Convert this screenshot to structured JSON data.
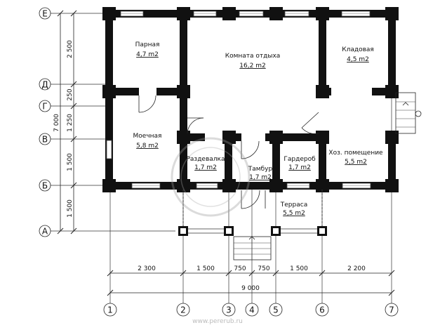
{
  "plan": {
    "rooms": [
      {
        "id": "steam",
        "name": "Парная",
        "area": "4,7 m2"
      },
      {
        "id": "living",
        "name": "Комната отдыха",
        "area": "16,2 m2"
      },
      {
        "id": "storage",
        "name": "Кладовая",
        "area": "4,5 m2"
      },
      {
        "id": "washroom",
        "name": "Моечная",
        "area": "5,8 m2"
      },
      {
        "id": "dressing",
        "name": "Раздевалка",
        "area": "1,7 m2"
      },
      {
        "id": "vestibule",
        "name": "Тамбур",
        "area": "1,7 m2"
      },
      {
        "id": "wardrobe",
        "name": "Гардероб",
        "area": "1,7 m2"
      },
      {
        "id": "utility",
        "name": "Хоз. помещение",
        "area": "5,5 m2"
      },
      {
        "id": "terrace",
        "name": "Терраса",
        "area": "5,5 m2"
      }
    ],
    "row_axes": [
      "Е",
      "Д",
      "Г",
      "В",
      "Б",
      "А"
    ],
    "col_axes": [
      "1",
      "2",
      "3",
      "4",
      "5",
      "6",
      "7"
    ],
    "left_dims": [
      "2 500",
      "250",
      "1 250",
      "1 500",
      "1 500"
    ],
    "left_total": "7 000",
    "bottom_dims": [
      "2 300",
      "1 500",
      "750",
      "750",
      "1 500",
      "2 200"
    ],
    "bottom_total": "9 000",
    "watermark": "www.pererub.ru"
  }
}
